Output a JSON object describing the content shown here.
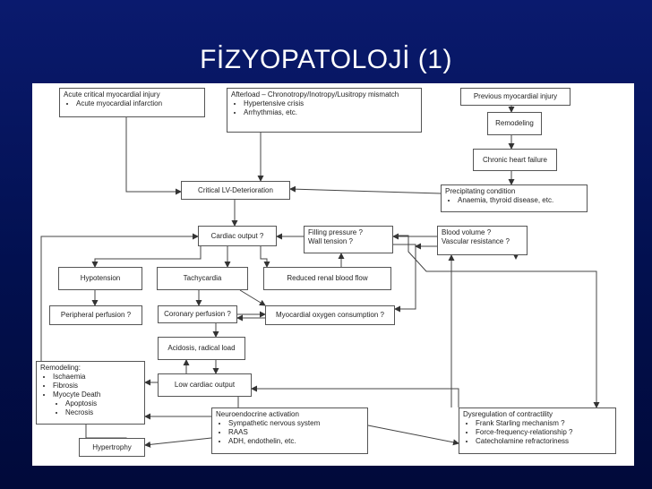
{
  "title": "FİZYOPATOLOJİ (1)",
  "boxes": {
    "acute": {
      "title": "Acute critical myocardial injury",
      "items": [
        "Acute myocardial infarction"
      ]
    },
    "afterload": {
      "title": "Afterload – Chronotropy/Inotropy/Lusitropy mismatch",
      "items": [
        "Hypertensive crisis",
        "Arrhythmias, etc."
      ]
    },
    "previous": {
      "title": "Previous myocardial injury"
    },
    "remodeling_top": {
      "title": "Remodeling"
    },
    "chronic": {
      "title": "Chronic heart failure"
    },
    "critical_lv": {
      "title": "Critical LV-Deterioration"
    },
    "precipitating": {
      "title": "Precipitating condition",
      "items": [
        "Anaemia, thyroid disease, etc."
      ]
    },
    "cardiac_output": {
      "title": "Cardiac output  ?"
    },
    "filling": {
      "line1": "Filling pressure ?",
      "line2": "Wall tension ?"
    },
    "blood_volume": {
      "line1": "Blood volume ?",
      "line2": "Vascular resistance ?"
    },
    "hypotension": {
      "title": "Hypotension"
    },
    "tachycardia": {
      "title": "Tachycardia"
    },
    "renal": {
      "title": "Reduced renal blood flow"
    },
    "peripheral": {
      "title": "Peripheral perfusion ?"
    },
    "coronary": {
      "title": "Coronary perfusion ?"
    },
    "myo_o2": {
      "title": "Myocardial oxygen consumption ?"
    },
    "acidosis": {
      "title": "Acidosis, radical load"
    },
    "remodeling_left": {
      "title": "Remodeling:",
      "items": [
        "Ischaemia",
        "Fibrosis",
        "Myocyte Death"
      ],
      "subitems": [
        "Apoptosis",
        "Necrosis"
      ]
    },
    "low_co": {
      "title": "Low cardiac output"
    },
    "neuro": {
      "title": "Neuroendocrine activation",
      "items": [
        "Sympathetic nervous system",
        "RAAS",
        "ADH, endothelin, etc."
      ]
    },
    "dysreg": {
      "title": "Dysregulation of contractility",
      "items": [
        "Frank Starling mechanism ?",
        "Force-frequency-relationship ?",
        "Catecholamine refractoriness"
      ]
    },
    "hypertrophy": {
      "title": "Hypertrophy"
    }
  }
}
